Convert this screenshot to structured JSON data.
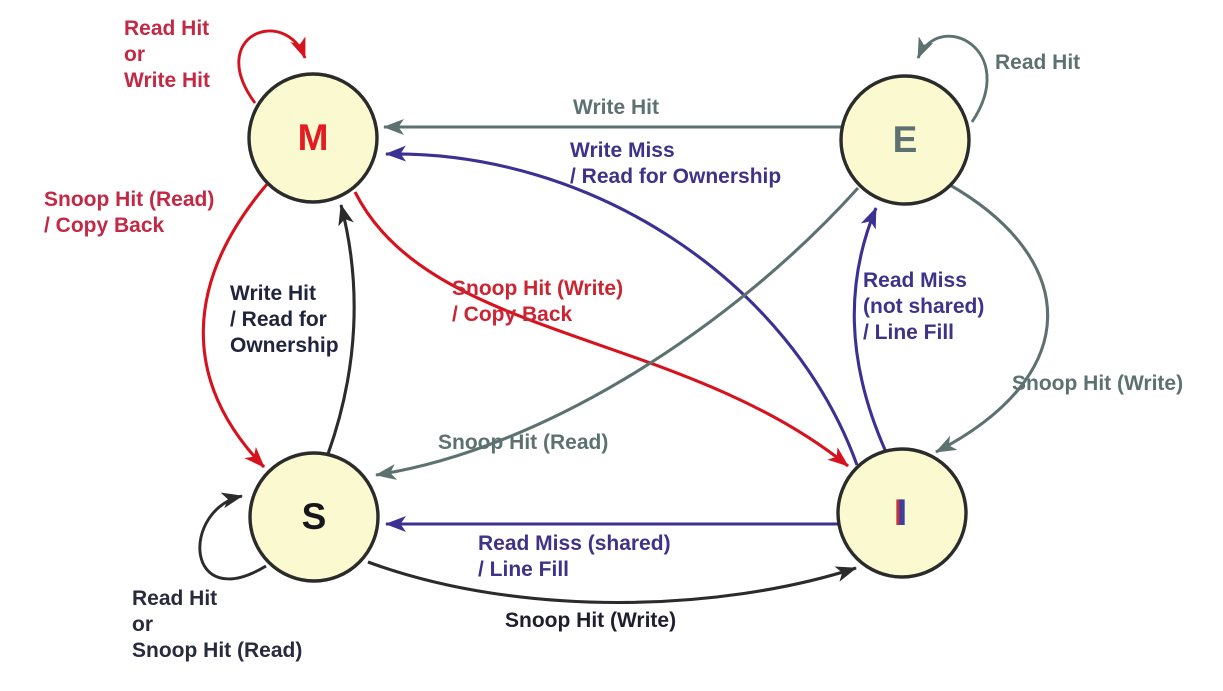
{
  "diagram": {
    "title": "MESI cache coherence protocol state diagram",
    "type": "state-machine"
  },
  "colors": {
    "state_fill": "#FBF9CF",
    "state_border": "#2B2B2B",
    "red_arrow": "#D6121E",
    "gray_arrow": "#5D7270",
    "purple_arrow": "#3C3193",
    "black_arrow": "#2B2B2B",
    "crimson_label": "#C32944",
    "red_label": "#CB2433",
    "gray_label": "#5D7270",
    "purple_label": "#3E3389",
    "dark_label": "#20243C",
    "m_letter": "#E31B23",
    "e_letter": "#5D7270",
    "s_letter": "#16161C",
    "i_letter": "#3E3E9E"
  },
  "states": [
    {
      "label": "M"
    },
    {
      "label": "E"
    },
    {
      "label": "S"
    },
    {
      "label": "I"
    }
  ],
  "transitions": [
    {
      "from": "M",
      "to": "M",
      "lines": [
        "Read Hit",
        "or",
        "Write Hit"
      ]
    },
    {
      "from": "E",
      "to": "E",
      "lines": [
        "Read Hit"
      ]
    },
    {
      "from": "E",
      "to": "M",
      "lines": [
        "Write Hit"
      ]
    },
    {
      "from": "I",
      "to": "M",
      "lines": [
        "Write Miss",
        "/ Read for Ownership"
      ]
    },
    {
      "from": "M",
      "to": "S",
      "lines": [
        "Snoop Hit (Read)",
        "/ Copy Back"
      ]
    },
    {
      "from": "S",
      "to": "M",
      "lines": [
        "Write Hit",
        "/ Read for",
        "Ownership"
      ]
    },
    {
      "from": "M",
      "to": "I",
      "lines": [
        "Snoop Hit (Write)",
        "/ Copy Back"
      ]
    },
    {
      "from": "E",
      "to": "S",
      "lines": [
        "Snoop Hit (Read)"
      ]
    },
    {
      "from": "I",
      "to": "E",
      "lines": [
        "Read Miss",
        "(not shared)",
        "/ Line Fill"
      ]
    },
    {
      "from": "E",
      "to": "I",
      "lines": [
        "Snoop Hit (Write)"
      ]
    },
    {
      "from": "I",
      "to": "S",
      "lines": [
        "Read Miss (shared)",
        "/ Line Fill"
      ]
    },
    {
      "from": "S",
      "to": "I",
      "lines": [
        "Snoop Hit (Write)"
      ]
    },
    {
      "from": "S",
      "to": "S",
      "lines": [
        "Read Hit",
        "or",
        "Snoop Hit (Read)"
      ]
    }
  ]
}
